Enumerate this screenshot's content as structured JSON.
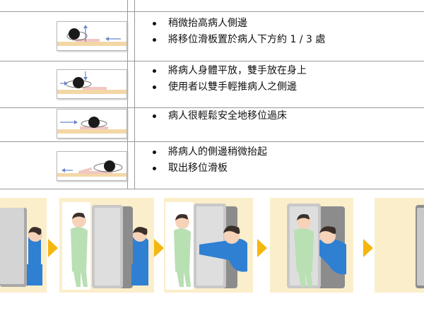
{
  "colors": {
    "border": "#9a9a9a",
    "panel_bg": "#fbeeca",
    "arrow": "#f5b70f",
    "board_pink": "#f1c7c3",
    "bed_tan": "#f3d8a6",
    "thumb_arrow": "#6b86c9",
    "gown_green": "#b8e0b3",
    "caregiver_blue": "#2f7fd3",
    "bed_gray": "#a8a8a8"
  },
  "rows": [
    {
      "thumb_icon": "patient-raised-side-board-insert-icon",
      "bullets": [
        "稍微抬高病人側邊",
        "將移位滑板置於病人下方約 1 / 3 處"
      ]
    },
    {
      "thumb_icon": "patient-laid-flat-push-icon",
      "bullets": [
        "將病人身體平放，雙手放在身上",
        "使用者以雙手輕推病人之側邊"
      ]
    },
    {
      "thumb_icon": "patient-sliding-across-icon",
      "bullets": [
        "病人很輕鬆安全地移位過床"
      ]
    },
    {
      "thumb_icon": "board-removal-icon",
      "bullets": [
        "將病人的側邊稍微抬起",
        "取出移位滑板"
      ]
    }
  ],
  "comic": {
    "panels": [
      {
        "icon": "caregiver-beside-bed-icon"
      },
      {
        "icon": "patient-and-caregiver-beds-icon"
      },
      {
        "icon": "caregiver-pushing-patient-icon"
      },
      {
        "icon": "patient-transferred-icon"
      },
      {
        "icon": "stretcher-partial-icon"
      }
    ],
    "arrow_icon": "next-step-arrow-icon"
  }
}
